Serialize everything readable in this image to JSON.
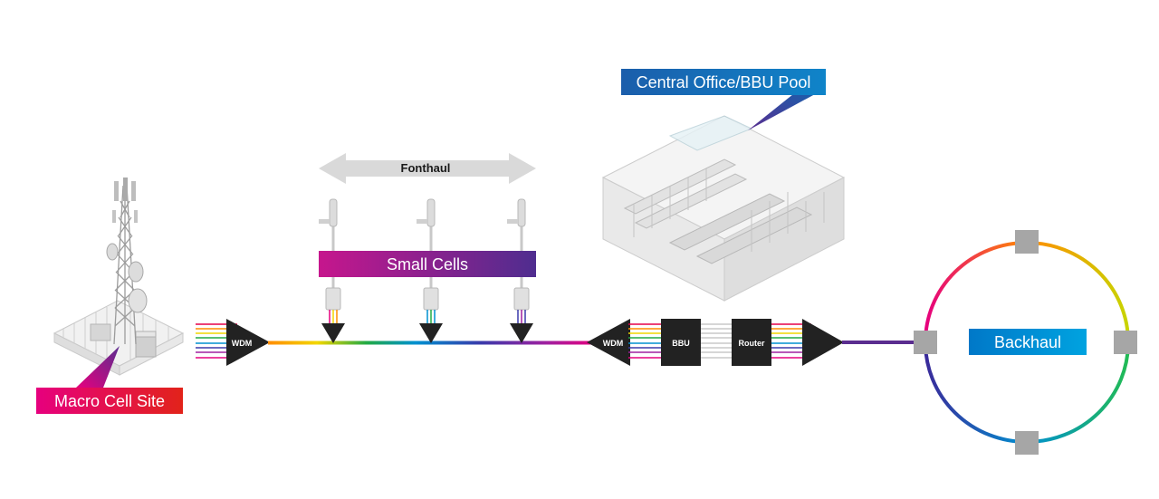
{
  "labels": {
    "macro_cell_site": "Macro Cell Site",
    "small_cells": "Small Cells",
    "fronthaul": "Fonthaul",
    "central_office": "Central Office/BBU Pool",
    "backhaul": "Backhaul"
  },
  "devices": {
    "wdm_left": "WDM",
    "wdm_right": "WDM",
    "bbu": "BBU",
    "router": "Router"
  },
  "colors": {
    "macro_gradient": [
      "#e6007e",
      "#e2231a"
    ],
    "small_cells_gradient": [
      "#c6168d",
      "#4f2d8f"
    ],
    "central_office_gradient": [
      "#1b5eab",
      "#0f84c9"
    ],
    "backhaul_gradient": [
      "#0078c8",
      "#00a3e0"
    ],
    "device": "#222222",
    "ring_node": "#a6a6a6",
    "fronthaul_arrow": "#d9d9d9"
  },
  "fiber_colors": [
    "#e60049",
    "#ff8c00",
    "#f2d600",
    "#22aa44",
    "#0090d0",
    "#3a3aaa",
    "#a020a0",
    "#e6007e"
  ]
}
